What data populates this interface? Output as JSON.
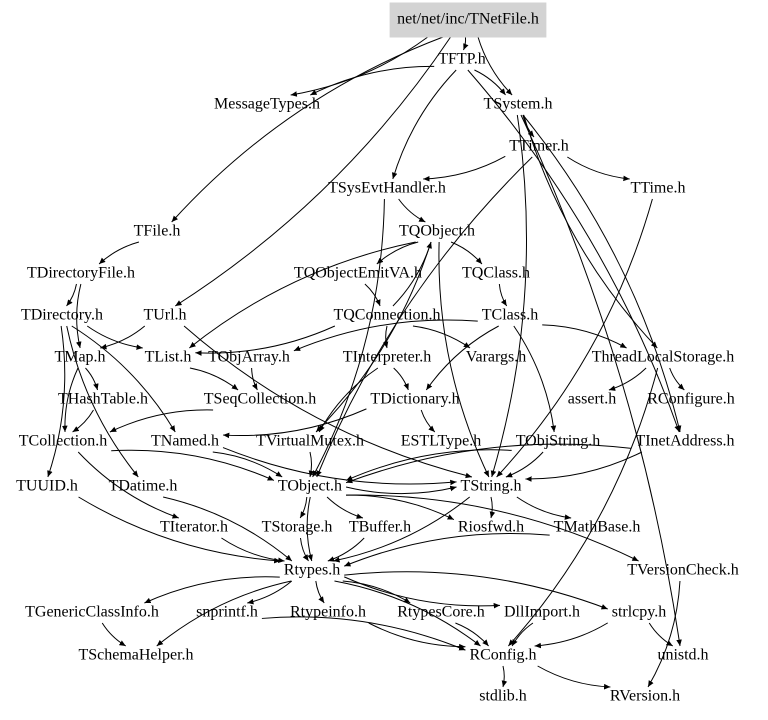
{
  "root": "net/net/inc/TNetFile.h",
  "nodes": {
    "tnetfile": "net/net/inc/TNetFile.h",
    "tftp": "TFTP.h",
    "messagetypes": "MessageTypes.h",
    "tsystem": "TSystem.h",
    "ttimer": "TTimer.h",
    "ttime": "TTime.h",
    "tsysevthandler": "TSysEvtHandler.h",
    "tfile": "TFile.h",
    "tqobject": "TQObject.h",
    "tdirectoryfile": "TDirectoryFile.h",
    "tqobjectemitva": "TQObjectEmitVA.h",
    "tqclass": "TQClass.h",
    "tdirectory": "TDirectory.h",
    "turl": "TUrl.h",
    "tqconnection": "TQConnection.h",
    "tclass": "TClass.h",
    "tmap": "TMap.h",
    "tlist": "TList.h",
    "tobjarray": "TObjArray.h",
    "tinterpreter": "TInterpreter.h",
    "varargs": "Varargs.h",
    "threadlocalstorage": "ThreadLocalStorage.h",
    "thashtable": "THashTable.h",
    "tseqcollection": "TSeqCollection.h",
    "tdictionary": "TDictionary.h",
    "assert": "assert.h",
    "rconfigure": "RConfigure.h",
    "tcollection": "TCollection.h",
    "tnamed": "TNamed.h",
    "tvirtualmutex": "TVirtualMutex.h",
    "estltype": "ESTLType.h",
    "tobjstring": "TObjString.h",
    "tinetaddress": "TInetAddress.h",
    "tuuid": "TUUID.h",
    "tdatime": "TDatime.h",
    "tobject": "TObject.h",
    "tstring": "TString.h",
    "titerator": "TIterator.h",
    "tstorage": "TStorage.h",
    "tbuffer": "TBuffer.h",
    "riosfwd": "Riosfwd.h",
    "tmathbase": "TMathBase.h",
    "rtypes": "Rtypes.h",
    "tversioncheck": "TVersionCheck.h",
    "tgenericclassinfo": "TGenericClassInfo.h",
    "snprintf": "snprintf.h",
    "rtypeinfo": "Rtypeinfo.h",
    "rtypescore": "RtypesCore.h",
    "dllimport": "DllImport.h",
    "strlcpy": "strlcpy.h",
    "tschemahelper": "TSchemaHelper.h",
    "rconfig": "RConfig.h",
    "unistd": "unistd.h",
    "stdlib": "stdlib.h",
    "rversion": "RVersion.h"
  },
  "edges": [
    [
      "tnetfile",
      "tftp"
    ],
    [
      "tnetfile",
      "tsystem"
    ],
    [
      "tnetfile",
      "messagetypes"
    ],
    [
      "tnetfile",
      "tfile"
    ],
    [
      "tnetfile",
      "turl"
    ],
    [
      "tftp",
      "messagetypes"
    ],
    [
      "tftp",
      "tsystem"
    ],
    [
      "tftp",
      "tsysevthandler"
    ],
    [
      "tftp",
      "tinetaddress"
    ],
    [
      "tsystem",
      "ttimer"
    ],
    [
      "tsystem",
      "tinetaddress"
    ],
    [
      "tsystem",
      "threadlocalstorage"
    ],
    [
      "tsystem",
      "tstring"
    ],
    [
      "ttimer",
      "ttime"
    ],
    [
      "ttimer",
      "tsysevthandler"
    ],
    [
      "ttimer",
      "tobject"
    ],
    [
      "ttime",
      "tstring"
    ],
    [
      "tsysevthandler",
      "tqobject"
    ],
    [
      "tsysevthandler",
      "tobject"
    ],
    [
      "tqobject",
      "tqobjectemitva"
    ],
    [
      "tqobject",
      "tqclass"
    ],
    [
      "tqobject",
      "tlist"
    ],
    [
      "tqobject",
      "tvirtualmutex"
    ],
    [
      "tqobject",
      "tstring"
    ],
    [
      "tqobjectemitva",
      "tqconnection"
    ],
    [
      "tqconnection",
      "tqobject"
    ],
    [
      "tqconnection",
      "tlist"
    ],
    [
      "tqconnection",
      "tinterpreter"
    ],
    [
      "tqconnection",
      "varargs"
    ],
    [
      "tqclass",
      "tclass"
    ],
    [
      "tclass",
      "threadlocalstorage"
    ],
    [
      "tclass",
      "tobjarray"
    ],
    [
      "tclass",
      "tobjstring"
    ],
    [
      "tclass",
      "tdictionary"
    ],
    [
      "threadlocalstorage",
      "assert"
    ],
    [
      "threadlocalstorage",
      "rconfigure"
    ],
    [
      "threadlocalstorage",
      "rconfig"
    ],
    [
      "tfile",
      "tdirectoryfile"
    ],
    [
      "tdirectoryfile",
      "tdirectory"
    ],
    [
      "tdirectoryfile",
      "tmap"
    ],
    [
      "tdirectory",
      "tnamed"
    ],
    [
      "tdirectory",
      "tdatime"
    ],
    [
      "tdirectory",
      "tuuid"
    ],
    [
      "tdirectory",
      "tlist"
    ],
    [
      "turl",
      "tmap"
    ],
    [
      "turl",
      "tstring"
    ],
    [
      "tmap",
      "thashtable"
    ],
    [
      "tmap",
      "tcollection"
    ],
    [
      "tlist",
      "tseqcollection"
    ],
    [
      "tobjarray",
      "tseqcollection"
    ],
    [
      "thashtable",
      "tcollection"
    ],
    [
      "tseqcollection",
      "tcollection"
    ],
    [
      "tinterpreter",
      "tdictionary"
    ],
    [
      "tinterpreter",
      "tvirtualmutex"
    ],
    [
      "tdictionary",
      "tnamed"
    ],
    [
      "tdictionary",
      "estltype"
    ],
    [
      "tcollection",
      "tobject"
    ],
    [
      "tcollection",
      "titerator"
    ],
    [
      "tnamed",
      "tobject"
    ],
    [
      "tnamed",
      "tstring"
    ],
    [
      "tvirtualmutex",
      "tobject"
    ],
    [
      "tobjstring",
      "tobject"
    ],
    [
      "tobjstring",
      "tstring"
    ],
    [
      "tinetaddress",
      "tobject"
    ],
    [
      "tinetaddress",
      "tstring"
    ],
    [
      "tuuid",
      "rtypes"
    ],
    [
      "tdatime",
      "rtypes"
    ],
    [
      "titerator",
      "rtypes"
    ],
    [
      "tobject",
      "tstorage"
    ],
    [
      "tobject",
      "tbuffer"
    ],
    [
      "tobject",
      "riosfwd"
    ],
    [
      "tobject",
      "tstring"
    ],
    [
      "tobject",
      "tversioncheck"
    ],
    [
      "tobject",
      "rtypes"
    ],
    [
      "tstring",
      "riosfwd"
    ],
    [
      "tstring",
      "tmathbase"
    ],
    [
      "tstring",
      "rtypes"
    ],
    [
      "tstorage",
      "rtypes"
    ],
    [
      "tbuffer",
      "rtypes"
    ],
    [
      "tmathbase",
      "rtypes"
    ],
    [
      "tversioncheck",
      "rversion"
    ],
    [
      "rtypes",
      "tgenericclassinfo"
    ],
    [
      "rtypes",
      "snprintf"
    ],
    [
      "rtypes",
      "rtypeinfo"
    ],
    [
      "rtypes",
      "rtypescore"
    ],
    [
      "rtypes",
      "dllimport"
    ],
    [
      "rtypes",
      "strlcpy"
    ],
    [
      "rtypes",
      "tschemahelper"
    ],
    [
      "rtypes",
      "rconfig"
    ],
    [
      "tgenericclassinfo",
      "tschemahelper"
    ],
    [
      "snprintf",
      "rconfig"
    ],
    [
      "rtypeinfo",
      "rconfig"
    ],
    [
      "rtypescore",
      "rconfig"
    ],
    [
      "dllimport",
      "rconfig"
    ],
    [
      "strlcpy",
      "rconfig"
    ],
    [
      "strlcpy",
      "unistd"
    ],
    [
      "rconfig",
      "stdlib"
    ],
    [
      "rconfig",
      "rversion"
    ],
    [
      "tsystem",
      "unistd"
    ]
  ]
}
